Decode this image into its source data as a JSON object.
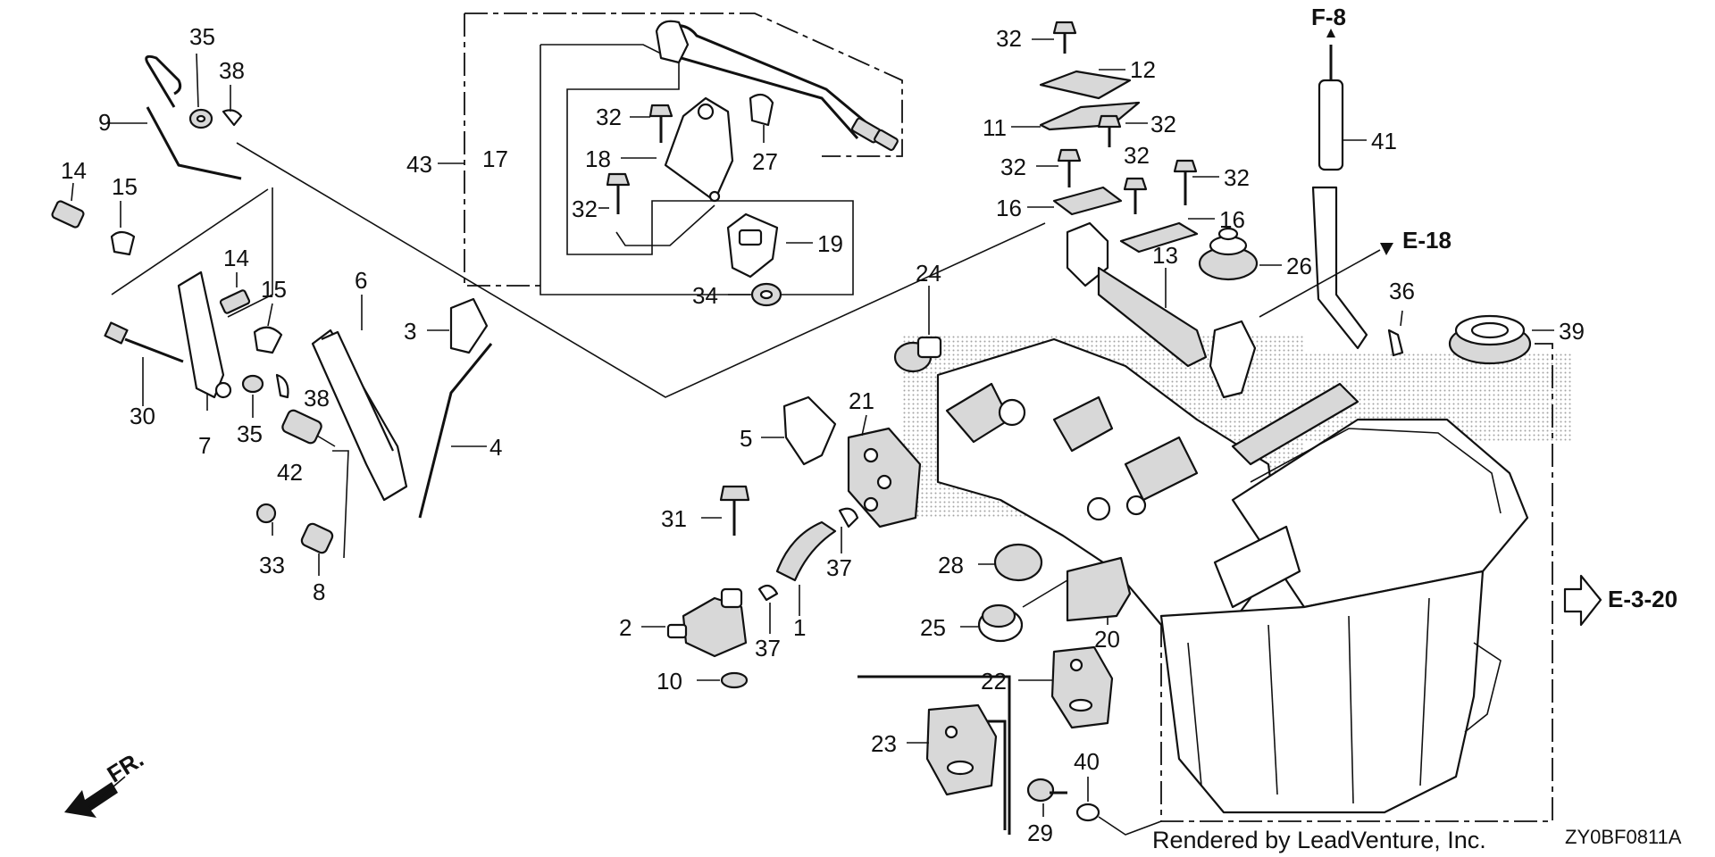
{
  "parts": [
    {
      "id": "35a",
      "label": "35"
    },
    {
      "id": "38a",
      "label": "38"
    },
    {
      "id": "9",
      "label": "9"
    },
    {
      "id": "14a",
      "label": "14"
    },
    {
      "id": "15a",
      "label": "15"
    },
    {
      "id": "14b",
      "label": "14"
    },
    {
      "id": "15b",
      "label": "15"
    },
    {
      "id": "6",
      "label": "6"
    },
    {
      "id": "3",
      "label": "3"
    },
    {
      "id": "30",
      "label": "30"
    },
    {
      "id": "7",
      "label": "7"
    },
    {
      "id": "35b",
      "label": "35"
    },
    {
      "id": "38b",
      "label": "38"
    },
    {
      "id": "42",
      "label": "42"
    },
    {
      "id": "4",
      "label": "4"
    },
    {
      "id": "33",
      "label": "33"
    },
    {
      "id": "8",
      "label": "8"
    },
    {
      "id": "43",
      "label": "43"
    },
    {
      "id": "17",
      "label": "17"
    },
    {
      "id": "32a",
      "label": "32"
    },
    {
      "id": "18",
      "label": "18"
    },
    {
      "id": "27",
      "label": "27"
    },
    {
      "id": "32b",
      "label": "32"
    },
    {
      "id": "19",
      "label": "19"
    },
    {
      "id": "34",
      "label": "34"
    },
    {
      "id": "32c",
      "label": "32"
    },
    {
      "id": "12",
      "label": "12"
    },
    {
      "id": "11",
      "label": "11"
    },
    {
      "id": "32d",
      "label": "32"
    },
    {
      "id": "32e",
      "label": "32"
    },
    {
      "id": "32f",
      "label": "32"
    },
    {
      "id": "32g",
      "label": "32"
    },
    {
      "id": "16a",
      "label": "16"
    },
    {
      "id": "16b",
      "label": "16"
    },
    {
      "id": "13",
      "label": "13"
    },
    {
      "id": "26",
      "label": "26"
    },
    {
      "id": "41",
      "label": "41"
    },
    {
      "id": "36",
      "label": "36"
    },
    {
      "id": "39",
      "label": "39"
    },
    {
      "id": "24",
      "label": "24"
    },
    {
      "id": "21",
      "label": "21"
    },
    {
      "id": "5",
      "label": "5"
    },
    {
      "id": "31",
      "label": "31"
    },
    {
      "id": "37a",
      "label": "37"
    },
    {
      "id": "28",
      "label": "28"
    },
    {
      "id": "2",
      "label": "2"
    },
    {
      "id": "37b",
      "label": "37"
    },
    {
      "id": "1",
      "label": "1"
    },
    {
      "id": "25",
      "label": "25"
    },
    {
      "id": "20",
      "label": "20"
    },
    {
      "id": "10",
      "label": "10"
    },
    {
      "id": "22",
      "label": "22"
    },
    {
      "id": "23",
      "label": "23"
    },
    {
      "id": "40",
      "label": "40"
    },
    {
      "id": "29",
      "label": "29"
    }
  ],
  "references": {
    "f8": "F-8",
    "e18": "E-18",
    "e320": "E-3-20"
  },
  "front_marker": "FR.",
  "credit": "Rendered by LeadVenture, Inc.",
  "diagram_code": "ZY0BF0811A"
}
